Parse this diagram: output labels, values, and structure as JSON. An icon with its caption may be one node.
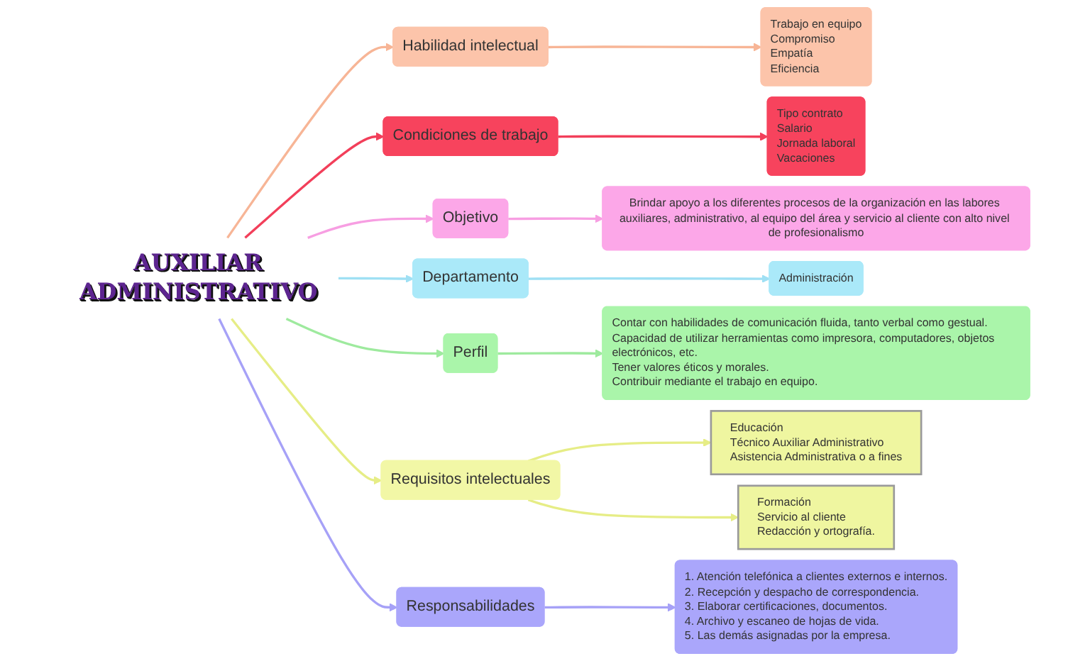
{
  "diagram": {
    "nodes": [
      {
        "text": [
          "AUXILIAR ADMINISTRATIVO"
        ]
      },
      {
        "text": [
          "Habilidad intelectual"
        ]
      },
      {
        "text": [
          "Trabajo en equipo",
          "Compromiso",
          "Empatía",
          "Eficiencia"
        ]
      },
      {
        "text": [
          "Condiciones de trabajo"
        ]
      },
      {
        "text": [
          "Tipo contrato",
          "Salario",
          "Jornada laboral",
          "Vacaciones"
        ]
      },
      {
        "text": [
          "Objetivo"
        ]
      },
      {
        "text": [
          "Brindar apoyo a los diferentes procesos de la organización en las labores auxiliares, administrativo, al equipo del área y servicio al cliente con alto nivel de profesionalismo"
        ]
      },
      {
        "text": [
          "Departamento"
        ]
      },
      {
        "text": [
          "Administración"
        ]
      },
      {
        "text": [
          "Perfil"
        ]
      },
      {
        "text": [
          "Contar con habilidades de comunicación fluida, tanto verbal como gestual.",
          "Capacidad de utilizar herramientas como impresora, computadores, objetos electrónicos, etc.",
          "Tener valores éticos y morales.",
          "Contribuir mediante el trabajo en equipo."
        ]
      },
      {
        "text": [
          "Requisitos intelectuales"
        ]
      },
      {
        "text": [
          "Educación",
          "Técnico Auxiliar Administrativo",
          "Asistencia Administrativa o a fines"
        ]
      },
      {
        "text": [
          "Formación",
          "Servicio al cliente",
          "Redacción y ortografía."
        ]
      },
      {
        "text": [
          "Responsabilidades"
        ]
      },
      {
        "text": [
          "1. Atención telefónica a clientes externos e internos.",
          "2. Recepción y despacho de correspondencia.",
          "3. Elaborar certificaciones, documentos.",
          "4. Archivo y escaneo de hojas de vida.",
          "5. Las demás asignadas por la empresa."
        ]
      }
    ],
    "edges": [
      {
        "from": 0,
        "to": 1,
        "arrow": "to",
        "color": "#f7b596"
      },
      {
        "from": 1,
        "to": 2,
        "arrow": "to",
        "color": "#f7b596"
      },
      {
        "from": 0,
        "to": 3,
        "arrow": "to",
        "color": "#f23f5a"
      },
      {
        "from": 3,
        "to": 4,
        "arrow": "to",
        "color": "#f23f5a"
      },
      {
        "from": 0,
        "to": 5,
        "arrow": "to",
        "color": "#f79ee2"
      },
      {
        "from": 5,
        "to": 6,
        "arrow": "to",
        "color": "#f79ee2"
      },
      {
        "from": 0,
        "to": 7,
        "arrow": "to",
        "color": "#9fe0f4"
      },
      {
        "from": 7,
        "to": 8,
        "arrow": "to",
        "color": "#9fe0f4"
      },
      {
        "from": 0,
        "to": 9,
        "arrow": "to",
        "color": "#9eea9e"
      },
      {
        "from": 9,
        "to": 10,
        "arrow": "to",
        "color": "#9eea9e"
      },
      {
        "from": 0,
        "to": 11,
        "arrow": "to"
      },
      {
        "from": 11,
        "to": 12,
        "arrow": "to"
      },
      {
        "from": 11,
        "to": 13,
        "arrow": "to"
      },
      {
        "from": 0,
        "to": 14,
        "arrow": "to",
        "color": "#a6a1f7"
      },
      {
        "from": 14,
        "to": 15,
        "arrow": "to",
        "color": "#a6a1f7"
      }
    ]
  }
}
